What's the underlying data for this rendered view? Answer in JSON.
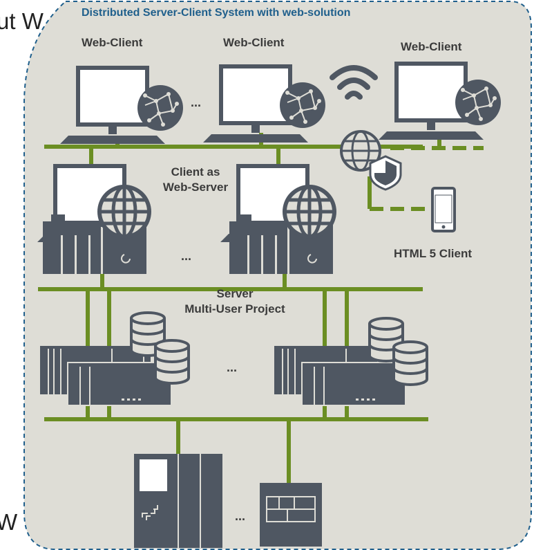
{
  "background_text": {
    "top": "ut W",
    "bottom": "W"
  },
  "title": "Distributed Server-Client System  with web-solution",
  "web_clients": [
    "Web-Client",
    "Web-Client",
    "Web-Client"
  ],
  "client_web_server": "Client as\nWeb-Server",
  "html5_client": "HTML 5 Client",
  "server": "Server\nMulti-User Project",
  "ellipsis": "...",
  "colors": {
    "panel": "#deddd6",
    "device": "#4f5762",
    "network": "#6b8e23",
    "title": "#1f5f8c",
    "label": "#3b3b3b"
  },
  "icons": [
    "monitor-icon",
    "network-globe-icon",
    "wifi-icon",
    "globe-icon",
    "shield-icon",
    "smartphone-icon",
    "server-rack-icon",
    "database-icon",
    "plc-controller-icon",
    "io-module-icon"
  ]
}
